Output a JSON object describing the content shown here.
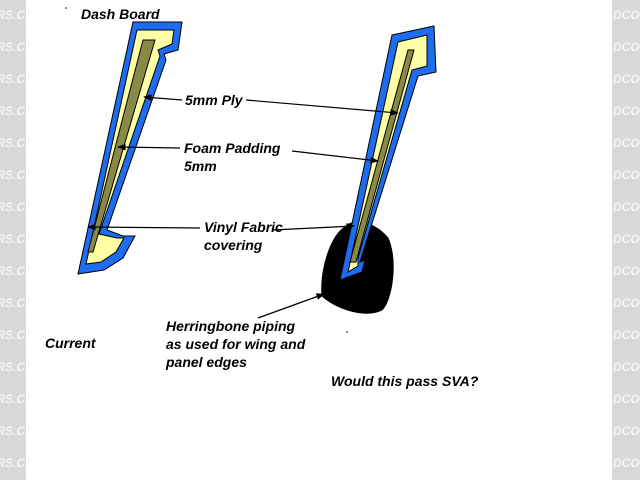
{
  "title": "Dash Board",
  "labels": {
    "ply": "5mm Ply",
    "foam_line1": "Foam Padding",
    "foam_line2": "5mm",
    "vinyl_line1": "Vinyl Fabric",
    "vinyl_line2": "covering",
    "piping_line1": "Herringbone piping",
    "piping_line2": "as used for wing and",
    "piping_line3": "panel edges",
    "current": "Current",
    "question": "Would this pass SVA?"
  },
  "watermark": {
    "left": "DERS.C",
    "right": "DCOST"
  },
  "colors": {
    "vinyl": "#1e6cf0",
    "foam": "#ffffa6",
    "ply": "#8a8a48",
    "piping": "#000000",
    "gutter": "#d9d9d9"
  }
}
